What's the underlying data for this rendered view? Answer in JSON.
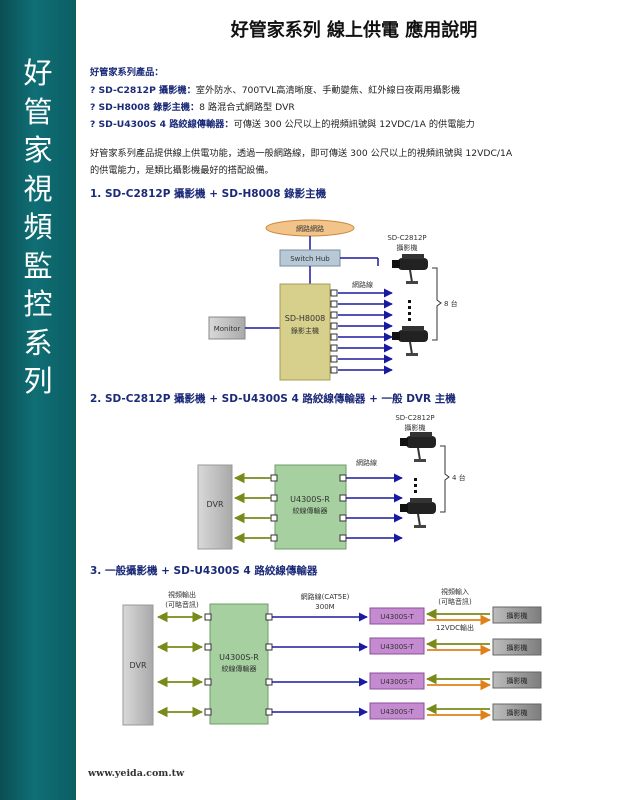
{
  "sidebar": {
    "title_chars": [
      "好",
      "管",
      "家",
      "視",
      "頻",
      "監",
      "控",
      "系",
      "列"
    ]
  },
  "page_title": "好管家系列  線上供電  應用說明",
  "products": {
    "heading": "好管家系列產品：",
    "items": [
      {
        "prefix": "? SD-C2812P 攝影機：",
        "desc": "室外防水、700TVL高清晰度、手動變焦、紅外線日夜兩用攝影機"
      },
      {
        "prefix": "? SD-H8008 錄影主機：",
        "desc": "8 路混合式網路型 DVR"
      },
      {
        "prefix": "? SD-U4300S 4 路絞線傳輸器：",
        "desc": "可傳送 300 公尺以上的視頻訊號與 12VDC/1A 的供電能力"
      }
    ]
  },
  "intro": {
    "line1": "好管家系列產品提供線上供電功能，透過一般網路線，即可傳送 300 公尺以上的視頻訊號與 12VDC/1A",
    "line2": "的供電能力，是類比攝影機最好的搭配設備。"
  },
  "sections": [
    {
      "title": "1. SD-C2812P 攝影機  + SD-H8008 錄影主機"
    },
    {
      "title": "2. SD-C2812P 攝影機  + SD-U4300S 4 路絞線傳輸器  +  一般 DVR 主機"
    },
    {
      "title": "3.  一般攝影機  +  SD-U4300S 4 路絞線傳輸器"
    }
  ],
  "diagram1": {
    "network": "網路網路",
    "switch_hub": "Switch Hub",
    "monitor": "Monitor",
    "recorder_line1": "SD-H8008",
    "recorder_line2": "錄影主機",
    "cable_label": "網路線",
    "camera_model": "SD-C2812P",
    "camera_word": "攝影機",
    "count": "8 台"
  },
  "diagram2": {
    "dvr": "DVR",
    "transmitter_line1": "U4300S-R",
    "transmitter_line2": "絞線傳輸器",
    "cable_label": "網路線",
    "camera_model": "SD-C2812P",
    "camera_word": "攝影機",
    "count": "4 台"
  },
  "diagram3": {
    "dvr": "DVR",
    "video_out_line1": "視頻輸出",
    "video_out_line2": "(可略音訊)",
    "cable_label_line1": "網路線(CAT5E)",
    "cable_label_line2": "300M",
    "video_in_line1": "視頻輸入",
    "video_in_line2": "(可略音訊)",
    "power_label": "12VDC輸出",
    "receiver_line1": "U4300S-R",
    "receiver_line2": "絞線傳輸器",
    "sender": "U4300S-T",
    "camera": "攝影機"
  },
  "footer": "www.yeida.com.tw",
  "colors": {
    "sidebar": "#0f6f75",
    "heading": "#1b2a78",
    "recorder": "#d7cf8c",
    "transmitter": "#a6d0a0",
    "sender": "#c58bd1",
    "camera_box": "#9a9a9a"
  }
}
